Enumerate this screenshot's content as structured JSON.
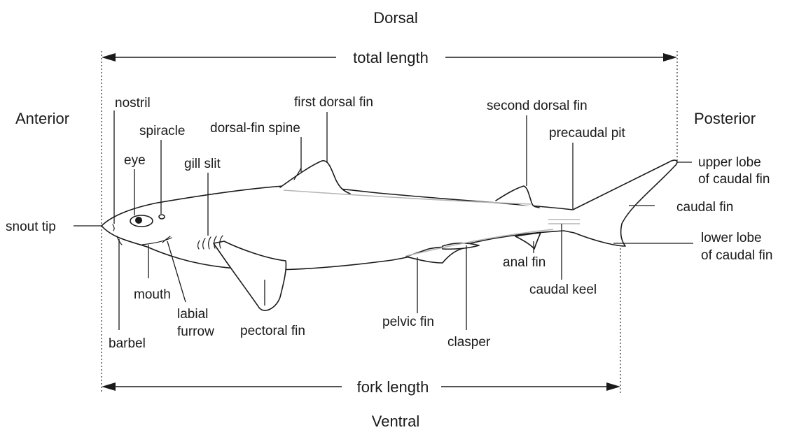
{
  "orientation": {
    "top": "Dorsal",
    "bottom": "Ventral",
    "left": "Anterior",
    "right": "Posterior"
  },
  "measurements": {
    "total_length": "total length",
    "fork_length": "fork length"
  },
  "labels": {
    "nostril": "nostril",
    "spiracle": "spiracle",
    "eye": "eye",
    "gill_slit": "gill slit",
    "dorsal_fin_spine": "dorsal-fin spine",
    "first_dorsal_fin": "first dorsal fin",
    "second_dorsal_fin": "second dorsal fin",
    "precaudal_pit": "precaudal pit",
    "upper_lobe_1": "upper lobe",
    "upper_lobe_2": "of caudal fin",
    "caudal_fin": "caudal fin",
    "lower_lobe_1": "lower lobe",
    "lower_lobe_2": "of caudal fin",
    "snout_tip": "snout tip",
    "mouth": "mouth",
    "labial_1": "labial",
    "labial_2": "furrow",
    "barbel": "barbel",
    "pectoral_fin": "pectoral fin",
    "pelvic_fin": "pelvic fin",
    "clasper": "clasper",
    "anal_fin": "anal fin",
    "caudal_keel": "caudal keel"
  }
}
